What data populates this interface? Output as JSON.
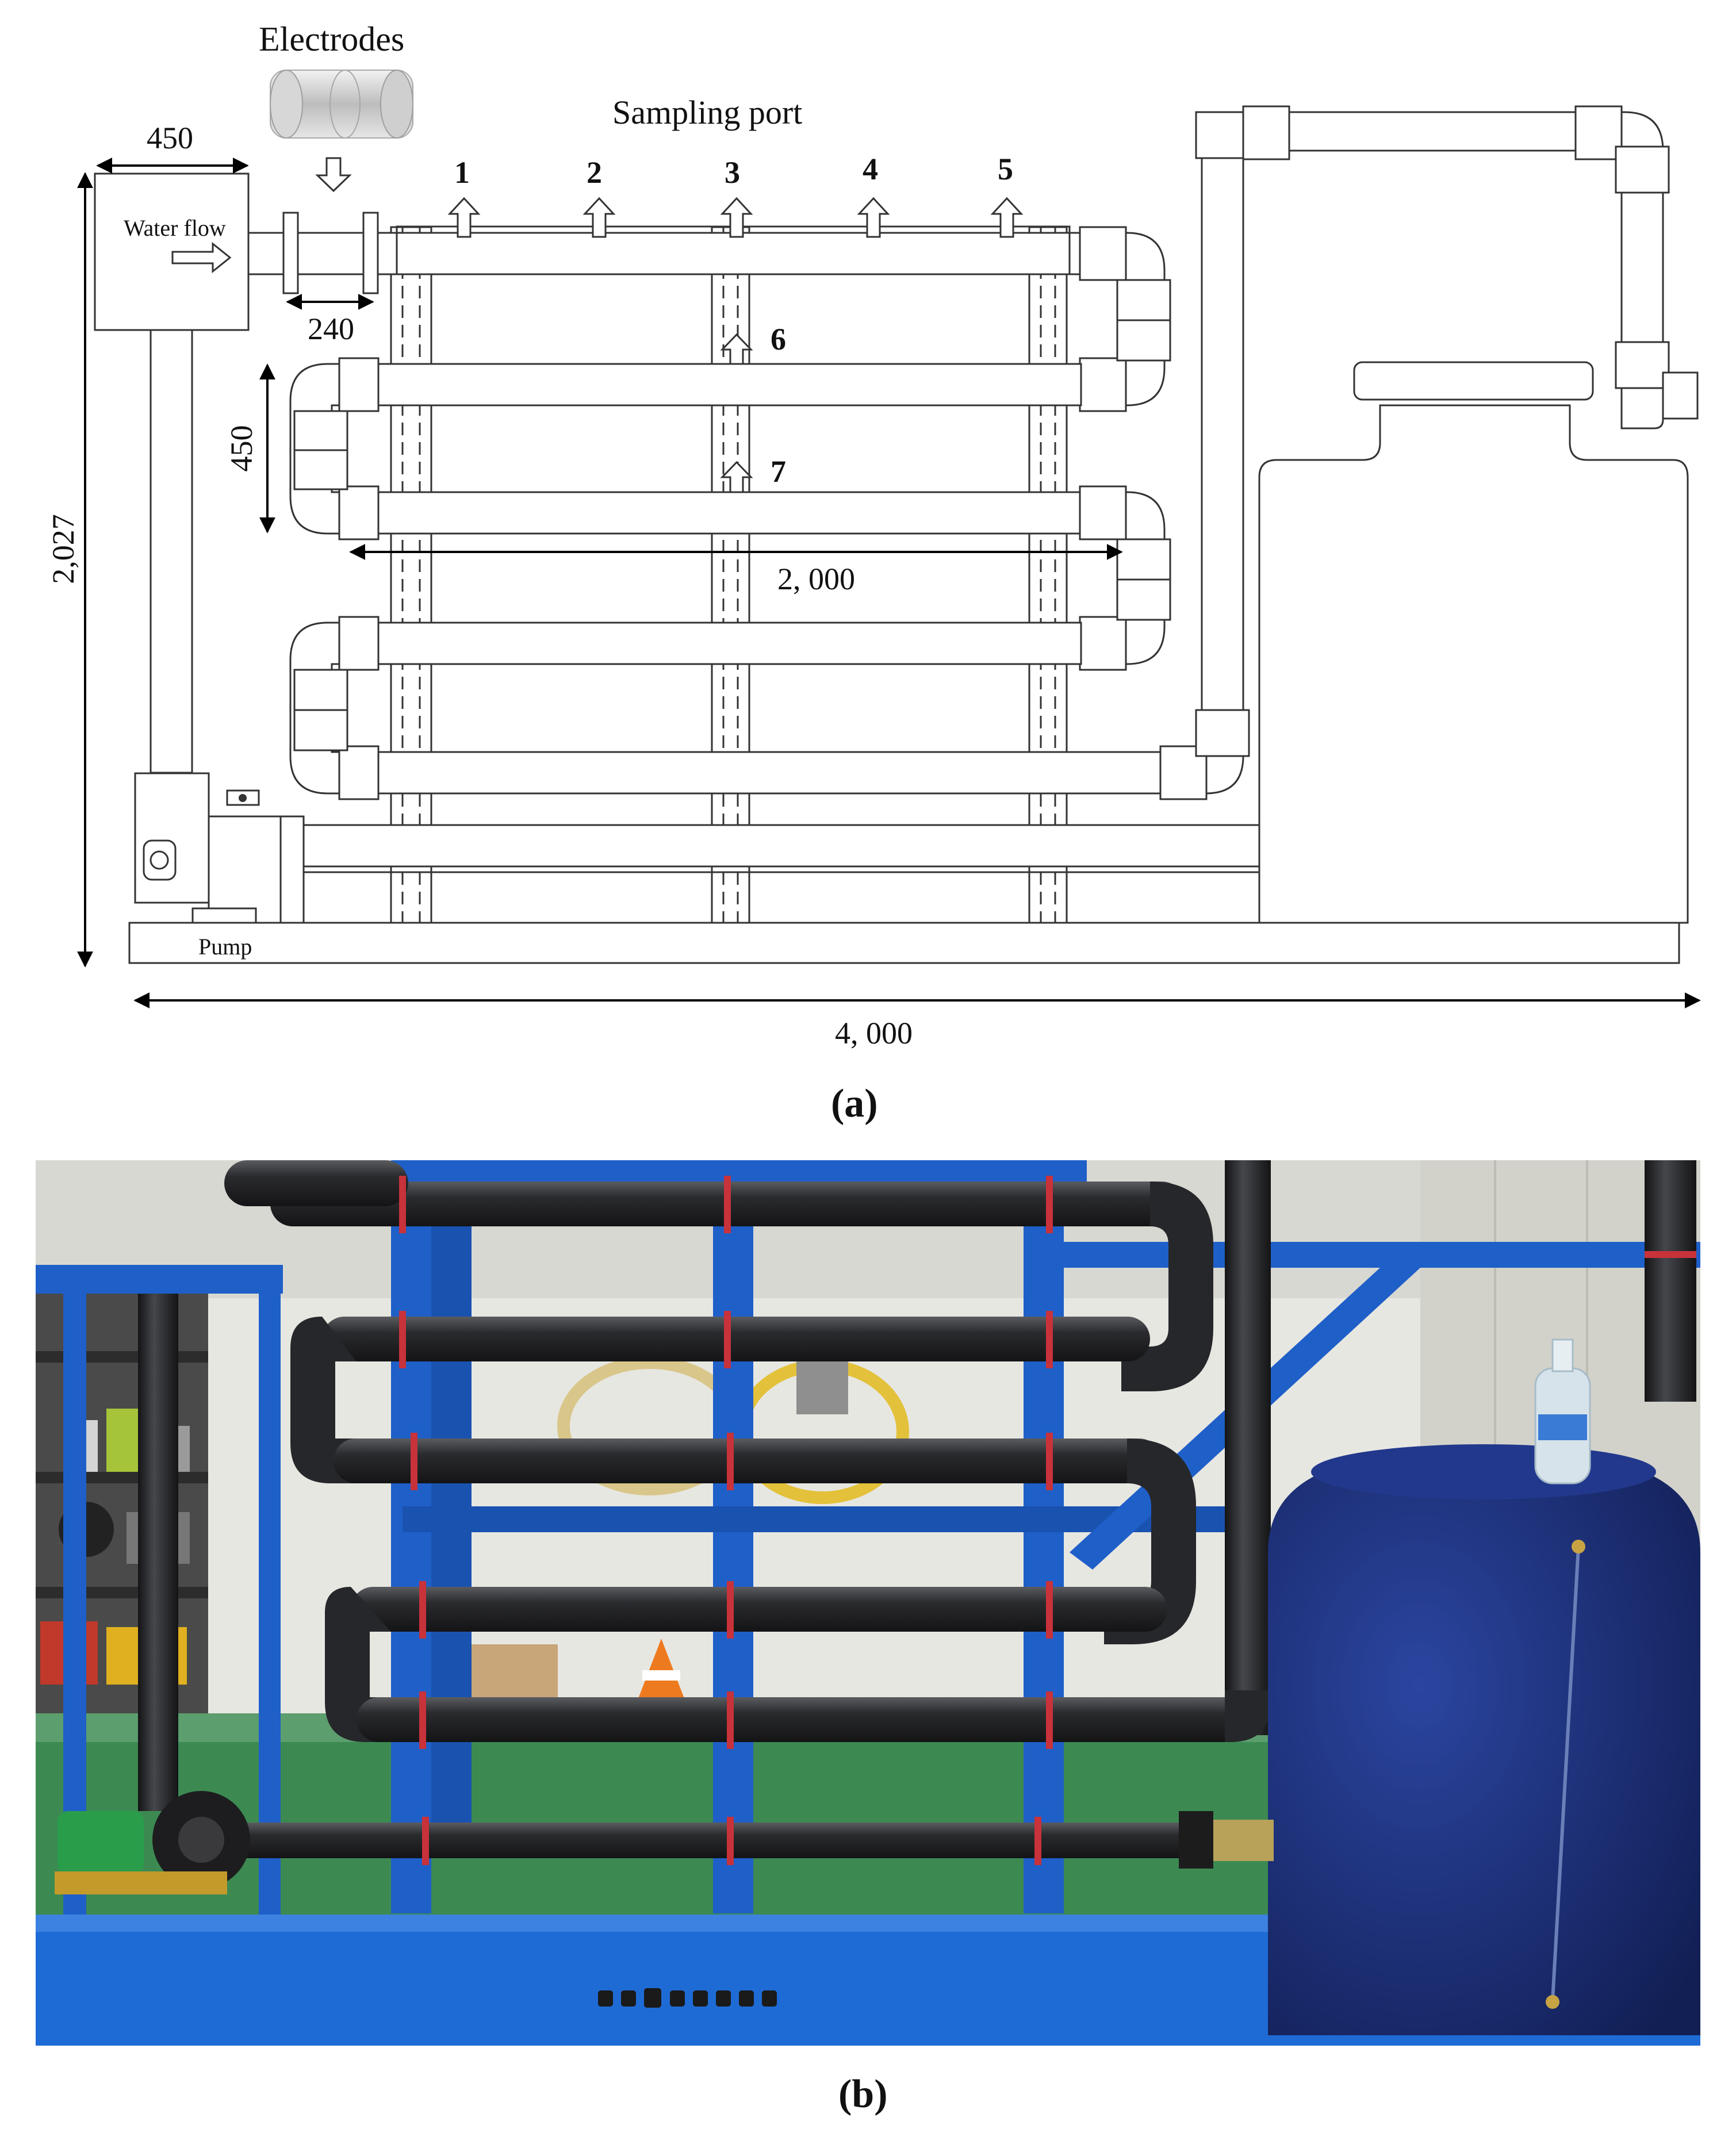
{
  "diagram": {
    "electrodes_label": "Electrodes",
    "sampling_port_label": "Sampling port",
    "water_flow_label": "Water flow",
    "pump_label": "Pump",
    "port_numbers": [
      "1",
      "2",
      "3",
      "4",
      "5",
      "6",
      "7"
    ],
    "dimensions": {
      "tank_width": "450",
      "electrode_spacing": "240",
      "pipe_spacing": "450",
      "pipe_length": "2, 000",
      "total_height": "2,027",
      "total_length": "4, 000"
    }
  },
  "captions": {
    "a": "(a)",
    "b": "(b)"
  },
  "photo": {
    "colors": {
      "frame_blue": "#1f5fc8",
      "pipe_black": "#232426",
      "clamp_red": "#c8323a",
      "tank_navy": "#1c2f74",
      "floor_green": "#3c8a52",
      "wall_white": "#e7e7e2"
    }
  }
}
